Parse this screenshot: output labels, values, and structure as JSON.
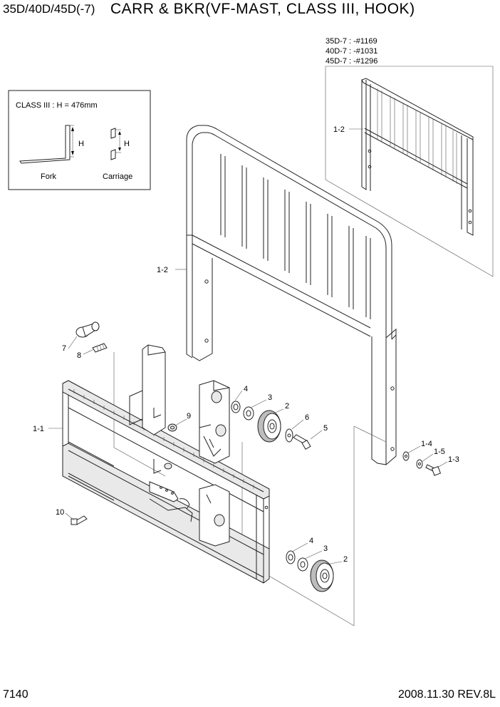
{
  "header": {
    "model": "35D/40D/45D(-7)",
    "title": "CARR & BKR(VF-MAST, CLASS III, HOOK)"
  },
  "class_box": {
    "title": "CLASS III : H = 476mm",
    "fork_label": "Fork",
    "carriage_label": "Carriage",
    "dim_label": "H"
  },
  "serial_box": {
    "lines": [
      "35D-7 : -#1169",
      "40D-7 : -#1031",
      "45D-7 : -#1296"
    ],
    "part_label": "1-2"
  },
  "callouts": {
    "backrest": "1-2",
    "carriage": "1-1",
    "p1_3": "1-3",
    "p1_4": "1-4",
    "p1_5": "1-5",
    "p2_top": "2",
    "p2_bottom": "2",
    "p3_top": "3",
    "p3_bottom": "3",
    "p4_top": "4",
    "p4_bottom": "4",
    "p5": "5",
    "p6": "6",
    "p7": "7",
    "p8": "8",
    "p9": "9",
    "p10": "10"
  },
  "footer": {
    "page": "7140",
    "date_rev": "2008.11.30  REV.8L"
  }
}
